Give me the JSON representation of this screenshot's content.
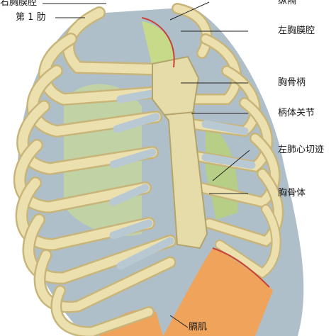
{
  "figure": {
    "labels": {
      "right_pleural_cavity": "右胸膜腔",
      "first_rib": "第 1 肋",
      "pleura_cupula": "纵隔",
      "left_pleural_cavity": "左胸膜腔",
      "manubrium": "胸骨柄",
      "sternal_angle": "柄体关节",
      "cardiac_notch": "左肺心切迹",
      "sternum_body": "胸骨体",
      "diaphragm": "膈肌"
    },
    "colors": {
      "rib_bone": "#ece0ae",
      "rib_shadow": "#c8b57a",
      "cartilage": "#b9c9d4",
      "intercostal": "#a7b8c4",
      "pleura_green": "#b7cf7e",
      "diaphragm_orange": "#f0a35a",
      "vessel_red": "#c8423a"
    }
  }
}
